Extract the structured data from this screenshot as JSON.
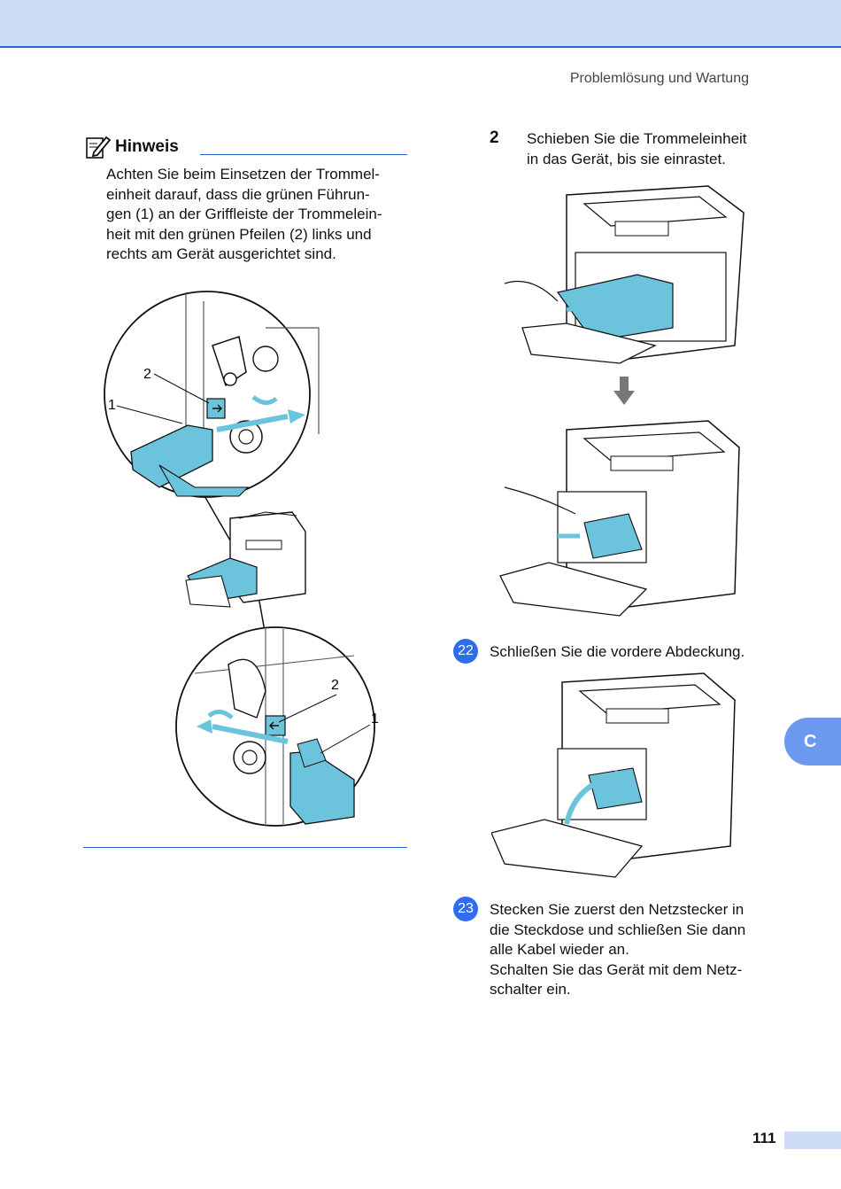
{
  "header": {
    "title": "Problemlösung und Wartung"
  },
  "side_tab": {
    "label": "C"
  },
  "footer": {
    "page_number": "111"
  },
  "note": {
    "title": "Hinweis",
    "icon": "pencil-note-icon",
    "lines": [
      "Achten Sie beim Einsetzen der Trommel-",
      "einheit darauf, dass die grünen Führun-",
      "gen (1) an der Griffleiste der Trommelein-",
      "heit mit den grünen Pfeilen (2) links und",
      "rechts am Gerät ausgerichtet sind."
    ],
    "callouts": {
      "top_2": "2",
      "top_1": "1",
      "bottom_2": "2",
      "bottom_1": "1"
    }
  },
  "steps": [
    {
      "number": "2",
      "lines": [
        "Schieben Sie die Trommeleinheit",
        "in das Gerät, bis sie einrastet."
      ]
    },
    {
      "number": "22",
      "lines": [
        "Schließen Sie die vordere Abdeckung."
      ]
    },
    {
      "number": "23",
      "lines": [
        "Stecken Sie zuerst den Netzstecker in",
        "die Steckdose und schließen Sie dann",
        "alle Kabel wieder an.",
        "Schalten Sie das Gerät mit dem Netz-",
        "schalter ein."
      ]
    }
  ],
  "colors": {
    "accent_blue": "#2e63d6",
    "top_bar": "#cfdcf8",
    "tab_blue": "#6d98f0",
    "cyan_part": "#6cc3dc"
  }
}
